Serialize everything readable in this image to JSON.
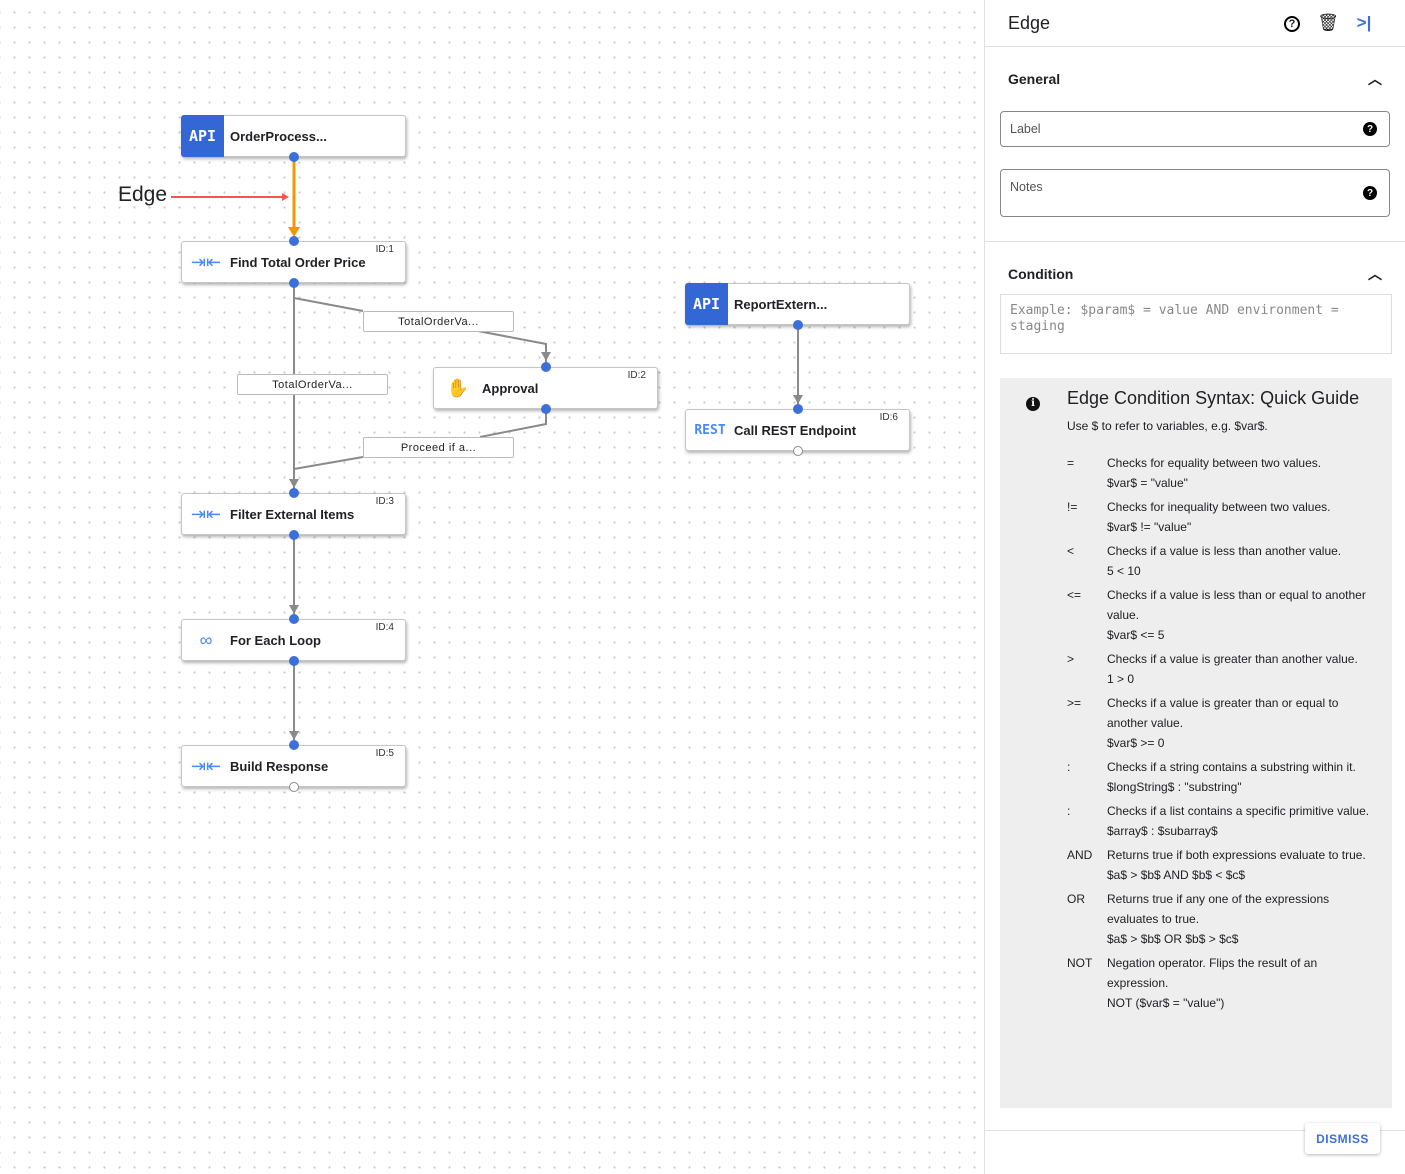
{
  "canvas": {
    "annotation": "Edge",
    "nodes": [
      {
        "title": "OrderProcess...",
        "type": "API",
        "id": ""
      },
      {
        "title": "Find Total Order Price",
        "icon": "data-mapping-icon",
        "id": "ID:1"
      },
      {
        "title": "Approval",
        "icon": "hand-icon",
        "id": "ID:2"
      },
      {
        "title": "Filter External Items",
        "icon": "data-mapping-icon",
        "id": "ID:3"
      },
      {
        "title": "For Each Loop",
        "icon": "loop-icon",
        "id": "ID:4"
      },
      {
        "title": "Build Response",
        "icon": "data-mapping-icon",
        "id": "ID:5"
      },
      {
        "title": "ReportExtern...",
        "type": "API",
        "id": ""
      },
      {
        "title": "Call REST Endpoint",
        "type": "REST",
        "id": "ID:6"
      }
    ],
    "edge_labels": [
      "TotalOrderVa...",
      "TotalOrderVa...",
      "Proceed if a..."
    ],
    "colors": {
      "selected_edge": "#f29900",
      "annotation_arrow": "#f4574a",
      "port": "#3c6fd8",
      "api_badge": "#3367d6"
    }
  },
  "panel": {
    "title": "Edge",
    "general": {
      "title": "General",
      "label_placeholder": "Label",
      "notes_placeholder": "Notes"
    },
    "condition": {
      "title": "Condition",
      "placeholder": "Example: $param$ = value AND environment = staging"
    },
    "guide": {
      "title": "Edge Condition Syntax: Quick Guide",
      "intro": "Use $ to refer to variables, e.g. $var$.",
      "rows": [
        {
          "op": "=",
          "desc": "Checks for equality between two values.",
          "example": "$var$ = \"value\""
        },
        {
          "op": "!=",
          "desc": "Checks for inequality between two values.",
          "example": "$var$ != \"value\""
        },
        {
          "op": "<",
          "desc": "Checks if a value is less than another value.",
          "example": "5 < 10"
        },
        {
          "op": "<=",
          "desc": "Checks if a value is less than or equal to another value.",
          "example": "$var$ <= 5"
        },
        {
          "op": ">",
          "desc": "Checks if a value is greater than another value.",
          "example": "1 > 0"
        },
        {
          "op": ">=",
          "desc": "Checks if a value is greater than or equal to another value.",
          "example": "$var$ >= 0"
        },
        {
          "op": ":",
          "desc": "Checks if a string contains a substring within it.",
          "example": "$longString$ : \"substring\""
        },
        {
          "op": ":",
          "desc": "Checks if a list contains a specific primitive value.",
          "example": "$array$ : $subarray$"
        },
        {
          "op": "AND",
          "desc": "Returns true if both expressions evaluate to true.",
          "example": "$a$ > $b$ AND $b$ < $c$"
        },
        {
          "op": "OR",
          "desc": "Returns true if any one of the expressions evaluates to true.",
          "example": "$a$ > $b$ OR $b$ > $c$"
        },
        {
          "op": "NOT",
          "desc": "Negation operator. Flips the result of an expression.",
          "example": "NOT ($var$ = \"value\")"
        }
      ]
    },
    "dismiss": "DISMISS"
  }
}
